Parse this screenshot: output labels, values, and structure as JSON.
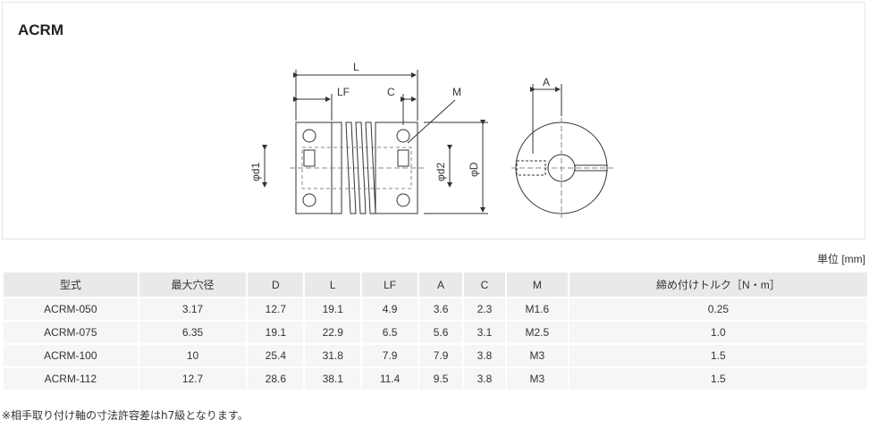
{
  "title": "ACRM",
  "unit_label": "単位 [mm]",
  "diagram": {
    "label_L": "L",
    "label_LF": "LF",
    "label_C": "C",
    "label_M": "M",
    "label_A": "A",
    "label_d1": "φd1",
    "label_d2": "φd2",
    "label_D": "φD"
  },
  "table": {
    "headers": [
      "型式",
      "最大穴径",
      "D",
      "L",
      "LF",
      "A",
      "C",
      "M",
      "締め付けトルク［N・m］"
    ],
    "rows": [
      [
        "ACRM-050",
        "3.17",
        "12.7",
        "19.1",
        "4.9",
        "3.6",
        "2.3",
        "M1.6",
        "0.25"
      ],
      [
        "ACRM-075",
        "6.35",
        "19.1",
        "22.9",
        "6.5",
        "5.6",
        "3.1",
        "M2.5",
        "1.0"
      ],
      [
        "ACRM-100",
        "10",
        "25.4",
        "31.8",
        "7.9",
        "7.9",
        "3.8",
        "M3",
        "1.5"
      ],
      [
        "ACRM-112",
        "12.7",
        "28.6",
        "38.1",
        "11.4",
        "9.5",
        "3.8",
        "M3",
        "1.5"
      ]
    ]
  },
  "note": "※相手取り付け軸の寸法許容差はh7級となります。"
}
